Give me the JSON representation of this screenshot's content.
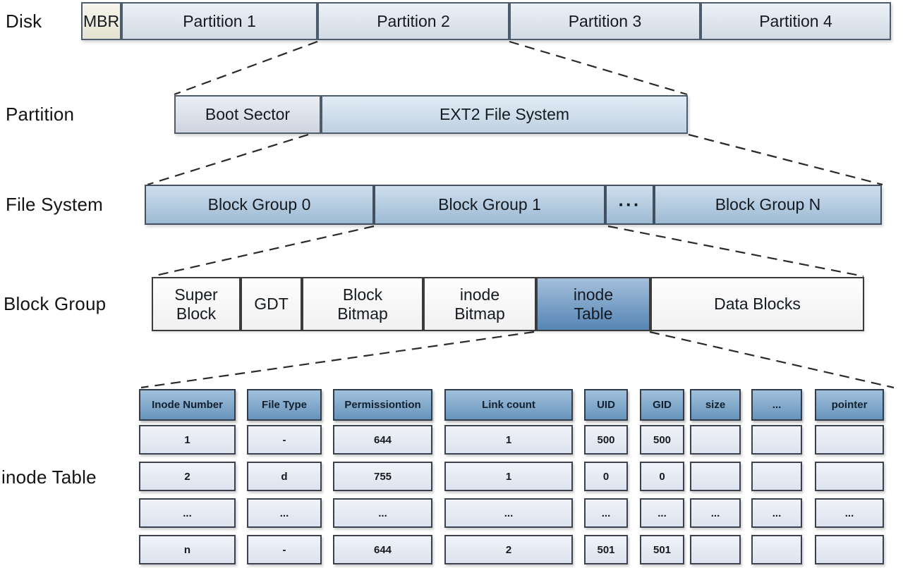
{
  "rows": {
    "disk": {
      "label": "Disk",
      "segments": [
        "MBR",
        "Partition 1",
        "Partition 2",
        "Partition 3",
        "Partition 4"
      ]
    },
    "partition": {
      "label": "Partition",
      "segments": [
        "Boot Sector",
        "EXT2 File System"
      ]
    },
    "file_system": {
      "label": "File System",
      "segments": [
        "Block Group 0",
        "Block Group 1",
        "···",
        "Block Group N"
      ]
    },
    "block_group": {
      "label": "Block Group",
      "segments": [
        "Super Block",
        "GDT",
        "Block Bitmap",
        "inode Bitmap",
        "inode Table",
        "Data Blocks"
      ]
    },
    "inode_table": {
      "label": "inode Table",
      "headers": [
        "Inode Number",
        "File Type",
        "Permissiontion",
        "Link count",
        "UID",
        "GID",
        "size",
        "...",
        "pointer"
      ],
      "data": [
        [
          "1",
          "-",
          "644",
          "1",
          "500",
          "500",
          "",
          "",
          ""
        ],
        [
          "2",
          "d",
          "755",
          "1",
          "0",
          "0",
          "",
          "",
          ""
        ],
        [
          "...",
          "...",
          "...",
          "...",
          "...",
          "...",
          "...",
          "...",
          "..."
        ],
        [
          "n",
          "-",
          "644",
          "2",
          "501",
          "501",
          "",
          "",
          ""
        ]
      ]
    }
  },
  "colors": {
    "partition_fill": "#dde6f1",
    "mbr_fill": "#f0efdd",
    "boot_sector_fill": "#dae0ec",
    "ext2_fill": "#c9dcee",
    "block_group_fill": "#a6c4df",
    "cell_fill": "#fdfdfd",
    "inode_table_highlight": "#5a8cbe",
    "header_fill": "#6e9ec8",
    "data_cell_fill": "#dde3ef",
    "connector": "#2a2a2a"
  }
}
